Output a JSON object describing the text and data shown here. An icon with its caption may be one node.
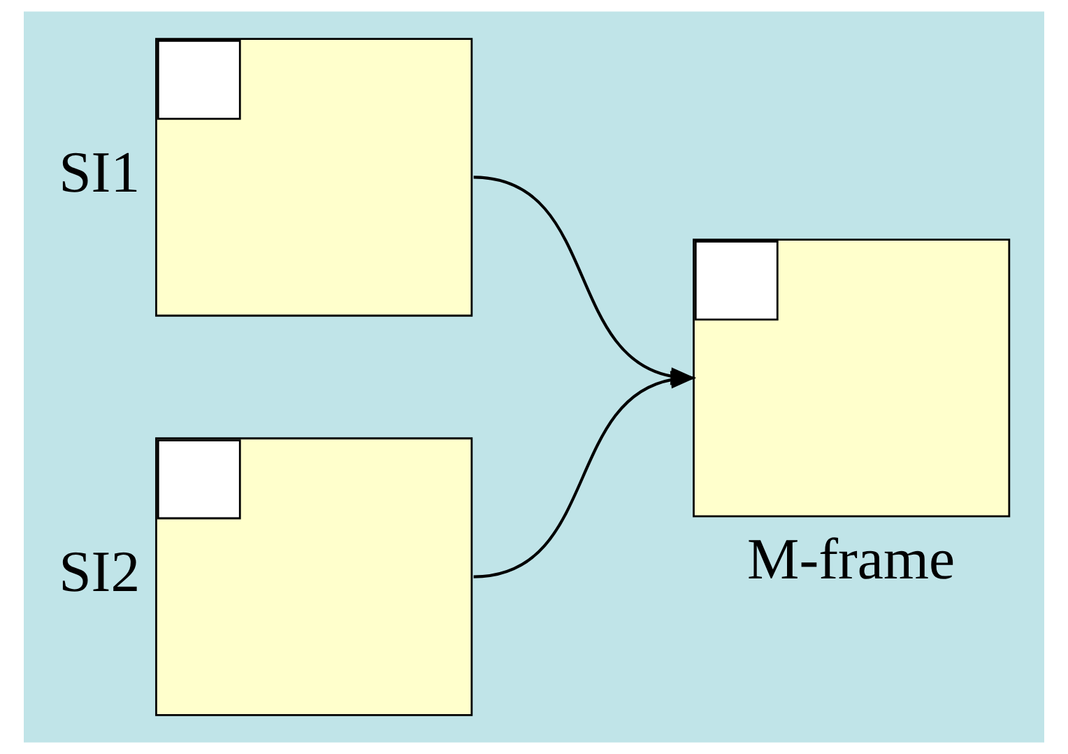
{
  "diagram": {
    "nodes": [
      {
        "text": [],
        "shape": "box",
        "beside": [
          "SI1"
        ]
      },
      {
        "text": [],
        "shape": "box",
        "beside": [
          "SI2"
        ]
      },
      {
        "text": [],
        "shape": "box",
        "beside": [
          "M-frame"
        ]
      }
    ],
    "edges": [
      {
        "from": 0,
        "to": 2,
        "arrow": "to"
      },
      {
        "from": 1,
        "to": 2,
        "arrow": "to"
      }
    ]
  }
}
